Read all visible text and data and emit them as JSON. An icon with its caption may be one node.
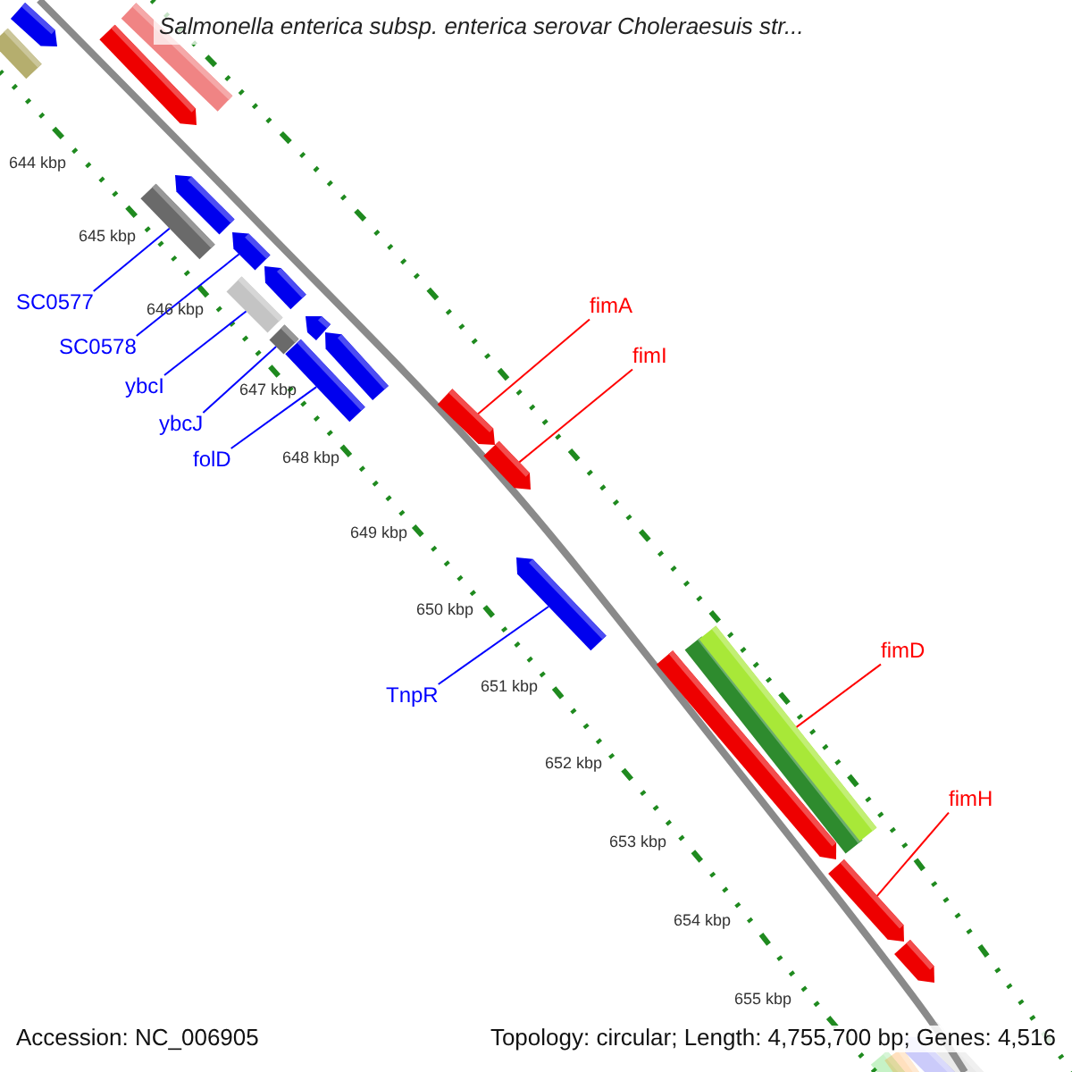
{
  "diagram": {
    "title": "Salmonella enterica subsp. enterica serovar Choleraesuis str...",
    "nodes": [
      {
        "text": [
          "SC0577"
        ]
      },
      {
        "text": [
          "SC0578"
        ]
      },
      {
        "text": [
          "ybcI"
        ]
      },
      {
        "text": [
          "ybcJ"
        ]
      },
      {
        "text": [
          "folD"
        ]
      },
      {
        "text": [
          "TnpR"
        ]
      },
      {
        "text": [
          "fimA"
        ]
      },
      {
        "text": [
          "fimI"
        ]
      },
      {
        "text": [
          "fimD"
        ]
      },
      {
        "text": [
          "fimH"
        ]
      },
      {
        "text": [],
        "shape": "bar"
      },
      {
        "text": [],
        "shape": "bar"
      },
      {
        "text": [],
        "shape": "bar"
      },
      {
        "text": [],
        "shape": "bar"
      },
      {
        "text": [],
        "shape": "bar"
      },
      {
        "text": [],
        "shape": "bar"
      },
      {
        "text": [],
        "shape": "bar"
      },
      {
        "text": [],
        "shape": "bar"
      },
      {
        "text": [],
        "shape": "bar"
      },
      {
        "text": [],
        "shape": "bar"
      }
    ],
    "edges": [
      {
        "from": 0,
        "to": 10,
        "arrow": "none"
      },
      {
        "from": 1,
        "to": 11,
        "arrow": "none"
      },
      {
        "from": 2,
        "to": 12,
        "arrow": "none"
      },
      {
        "from": 3,
        "to": 13,
        "arrow": "none"
      },
      {
        "from": 4,
        "to": 14,
        "arrow": "none"
      },
      {
        "from": 5,
        "to": 17,
        "arrow": "none"
      },
      {
        "from": 6,
        "to": 15,
        "arrow": "none",
        "color": "#ff0000"
      },
      {
        "from": 7,
        "to": 16,
        "arrow": "none",
        "color": "#ff0000"
      },
      {
        "from": 8,
        "to": 18,
        "arrow": "none",
        "color": "#ff0000"
      },
      {
        "from": 9,
        "to": 19,
        "arrow": "none",
        "color": "#ff0000"
      }
    ],
    "labels": [
      "644 kbp",
      "645 kbp",
      "646 kbp",
      "647 kbp",
      "648 kbp",
      "649 kbp",
      "650 kbp",
      "651 kbp",
      "652 kbp",
      "653 kbp",
      "654 kbp",
      "655 kbp",
      "Accession: NC_006905",
      "Topology: circular; Length: 4,755,700 bp; Genes: 4,516"
    ]
  }
}
